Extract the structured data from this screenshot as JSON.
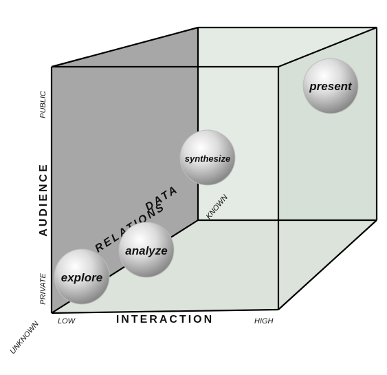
{
  "axes": {
    "audience": {
      "title": "AUDIENCE",
      "low": "PRIVATE",
      "high": "PUBLIC"
    },
    "interaction": {
      "title": "INTERACTION",
      "low": "HIGH",
      "high": "LOW"
    },
    "data_relations": {
      "title_line1": "DATA",
      "title_line2": "RELATIONS",
      "low": "UNKNOWN",
      "high": "KNOWN"
    }
  },
  "stages": [
    {
      "label": "explore"
    },
    {
      "label": "analyze"
    },
    {
      "label": "synthesize"
    },
    {
      "label": "present"
    }
  ],
  "colors": {
    "back_wall": "#a8a8a8",
    "side_panels": "#dfe6df",
    "edge": "#000000",
    "sphere_light": "#ffffff",
    "sphere_dark": "#8a8a8a"
  }
}
